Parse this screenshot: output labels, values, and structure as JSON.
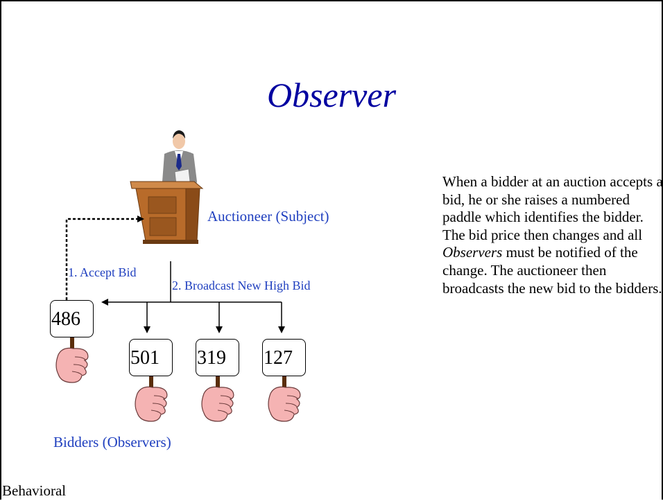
{
  "title": "Observer",
  "labels": {
    "subject": "Auctioneer (Subject)",
    "accept_bid": "1. Accept Bid",
    "broadcast": "2. Broadcast New High Bid",
    "observers": "Bidders (Observers)"
  },
  "paddles": [
    "486",
    "501",
    "319",
    "127"
  ],
  "description": {
    "part1": "When a bidder at an auction accepts a bid, he or she raises a numbered paddle which identifies the bidder.  The bid price then changes and all ",
    "emphasis": "Observers",
    "part2": " must be notified of the change.  The auctioneer then broadcasts the new bid to the bidders."
  },
  "footer": "Behavioral",
  "colors": {
    "title": "#0000a0",
    "label": "#1f3fbf",
    "podium": "#b86b2a",
    "hand": "#f5b3b3"
  }
}
